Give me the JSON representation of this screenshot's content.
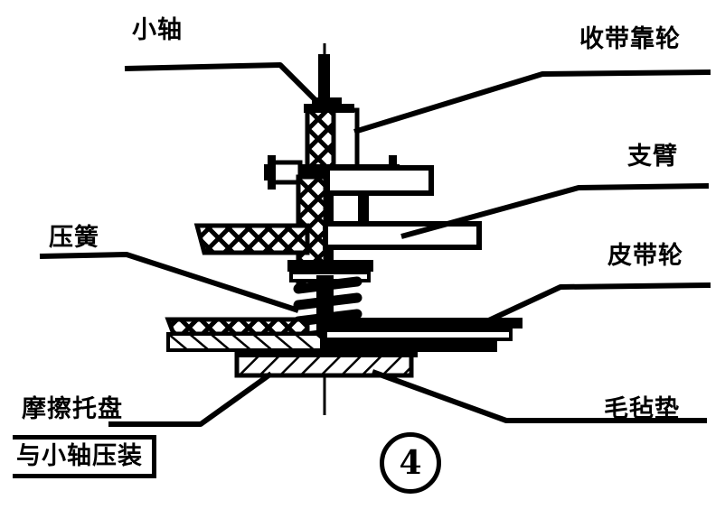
{
  "figure": {
    "number_label": "④",
    "number": 4,
    "caption_language": "zh-CN",
    "type": "mechanical-cross-section"
  },
  "labels": {
    "small_shaft": "小轴",
    "take_up_guide_wheel": "收带靠轮",
    "support_arm": "支臂",
    "compression_spring": "压簧",
    "belt_pulley": "皮带轮",
    "felt_pad": "毛毡垫",
    "friction_tray": "摩擦托盘",
    "press_fit_with_shaft": "与小轴压装"
  },
  "colors": {
    "ink": "#000000",
    "paper": "#ffffff"
  },
  "callouts": [
    {
      "key": "small_shaft",
      "text": "小轴",
      "side": "top-left"
    },
    {
      "key": "take_up_guide_wheel",
      "text": "收带靠轮",
      "side": "top-right"
    },
    {
      "key": "support_arm",
      "text": "支臂",
      "side": "right"
    },
    {
      "key": "compression_spring",
      "text": "压簧",
      "side": "left"
    },
    {
      "key": "belt_pulley",
      "text": "皮带轮",
      "side": "right"
    },
    {
      "key": "felt_pad",
      "text": "毛毡垫",
      "side": "bottom-right"
    },
    {
      "key": "friction_tray",
      "text": "摩擦托盘",
      "side": "bottom-left"
    },
    {
      "key": "press_fit_with_shaft",
      "text": "与小轴压装",
      "side": "bottom-left"
    }
  ]
}
